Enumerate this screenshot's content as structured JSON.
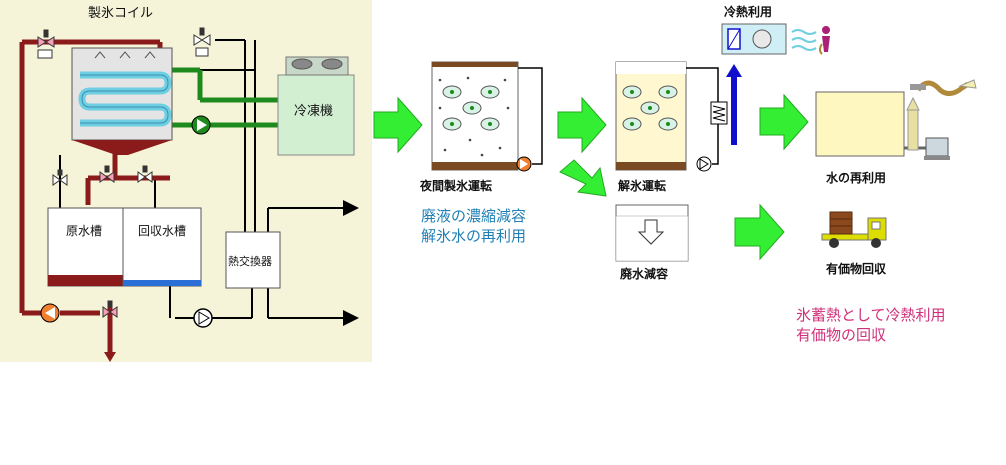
{
  "labels": {
    "ice_coil": "製氷コイル",
    "chiller": "冷凍機",
    "raw_tank": "原水槽",
    "recovery_tank": "回収水槽",
    "heat_exchanger": "熱交換器",
    "night_ice": "夜間製氷運転",
    "thaw": "解氷運転",
    "waste_reduce": "廃水減容",
    "cooling_use": "冷熱利用",
    "water_reuse": "水の再利用",
    "valuables": "有価物回収"
  },
  "notes": {
    "blue_line1": "廃液の濃縮減容",
    "blue_line2": "解氷水の再利用",
    "pink_line1": "氷蓄熱として冷熱利用",
    "pink_line2": "有価物の回収"
  },
  "colors": {
    "panel_bg": "#f5f4d9",
    "pipe_red": "#8b1a1a",
    "pipe_green": "#1e8a1e",
    "arrow_green": "#33ee33",
    "chiller_fill": "#d2efd2",
    "coil_cyan": "#6ecfe2",
    "blue_arrow": "#1010cc",
    "note_blue": "#1f7fb5",
    "note_pink": "#d0307a"
  }
}
